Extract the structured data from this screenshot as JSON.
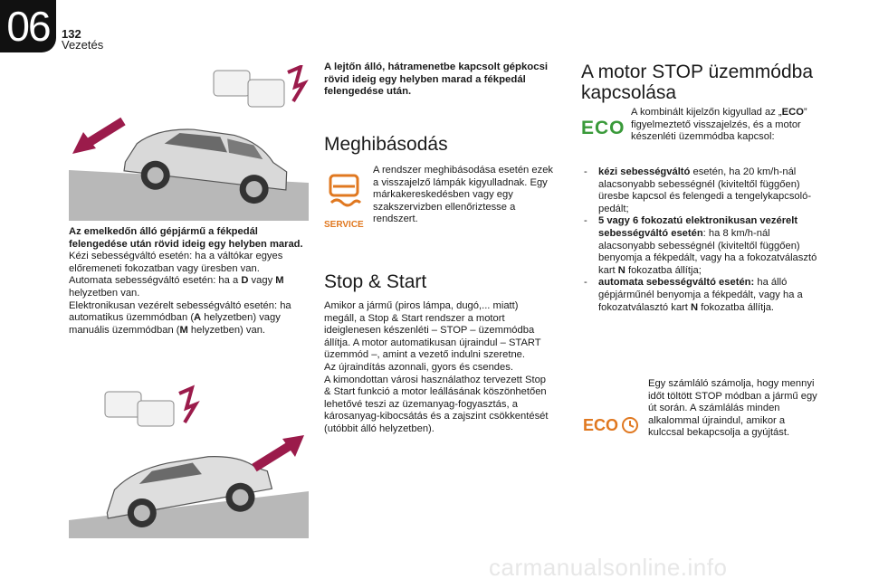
{
  "header": {
    "chapter": "06",
    "page_number": "132",
    "section": "Vezetés"
  },
  "left": {
    "downhill_bold": "Az emelkedőn álló gépjármű a fékpedál felengedése után rövid ideig egy helyben marad.",
    "downhill_text": "Kézi sebességváltó esetén: ha a váltókar egyes előremeneti fokozatban vagy üresben van.",
    "auto_a": "Automata sebességváltó esetén: ha a ",
    "auto_d": "D",
    "auto_mid": " vagy ",
    "auto_m": "M",
    "auto_end": " helyzetben van.",
    "elec_a": "Elektronikusan vezérelt sebességváltó esetén: ha automatikus üzemmódban (",
    "elec_A": "A",
    "elec_mid": " helyzetben) vagy manuális üzemmódban (",
    "elec_M": "M",
    "elec_end": " helyzetben) van."
  },
  "middle": {
    "uphill_bold": "A lejtőn álló, hátramenetbe kapcsolt gépkocsi rövid ideig egy helyben marad a fékpedál felengedése után.",
    "meghibasodas_title": "Meghibásodás",
    "meghibasodas_text": "A rendszer meghibásodása esetén ezek a visszajelző lámpák kigyulladnak. Egy márkakereskedésben vagy egy szakszervizben ellenőriztesse a rendszert.",
    "service_label": "SERVICE",
    "stopstart_title": "Stop & Start",
    "stopstart_p1": "Amikor a jármű (piros lámpa, dugó,... miatt) megáll, a Stop & Start rendszer a motort ideiglenesen készenléti – STOP – üzemmódba állítja. A motor automatikusan újraindul – START üzemmód –, amint a vezető indulni szeretne.",
    "stopstart_p2": "Az újraindítás azonnali, gyors és csendes.",
    "stopstart_p3": "A kimondottan városi használathoz tervezett Stop & Start funkció a motor leállásának köszönhetően lehetővé teszi az üzemanyag-fogyasztás, a károsanyag-kibocsátás és a zajszint csökkentését (utóbbit álló helyzetben)."
  },
  "right": {
    "title": "A motor STOP üzemmódba kapcsolása",
    "eco_label": "ECO",
    "eco_text_a": "A kombinált kijelzőn kigyullad az „",
    "eco_text_b": "ECO",
    "eco_text_c": "” figyelmeztető visszajelzés, és a motor készenléti üzemmódba kapcsol:",
    "items": [
      {
        "dash": "-",
        "bold": "kézi sebességváltó",
        "text": " esetén, ha 20 km/h-nál alacsonyabb sebességnél (kiviteltől függően) üresbe kapcsol és felengedi a tengelykapcsoló-pedált;"
      },
      {
        "dash": "-",
        "bold": "5 vagy 6 fokozatú elektronikusan vezérelt sebességváltó esetén",
        "text": ": ha 8 km/h-nál alacsonyabb sebességnél (kiviteltől függően) benyomja a fékpedált, vagy ha a fokozatválasztó kart ",
        "bold2": "N",
        "text2": " fokozatba állítja;"
      },
      {
        "dash": "-",
        "bold": "automata sebességváltó esetén:",
        "text": " ha álló gépjárműnél benyomja a fékpedált, vagy ha a fokozatválasztó kart ",
        "bold2": "N",
        "text2": " fokozatba állítja."
      }
    ],
    "counter_text": "Egy számláló számolja, hogy mennyi időt töltött STOP módban a jármű egy út során. A számlálás minden alkalommal újraindul, amikor a kulccsal bekapcsolja a gyújtást."
  },
  "watermark": "carmanualsonline.info",
  "colors": {
    "accent": "#9b1b4b",
    "eco_green": "#3a9a3a",
    "service_orange": "#e07820",
    "badge": "#111111"
  }
}
